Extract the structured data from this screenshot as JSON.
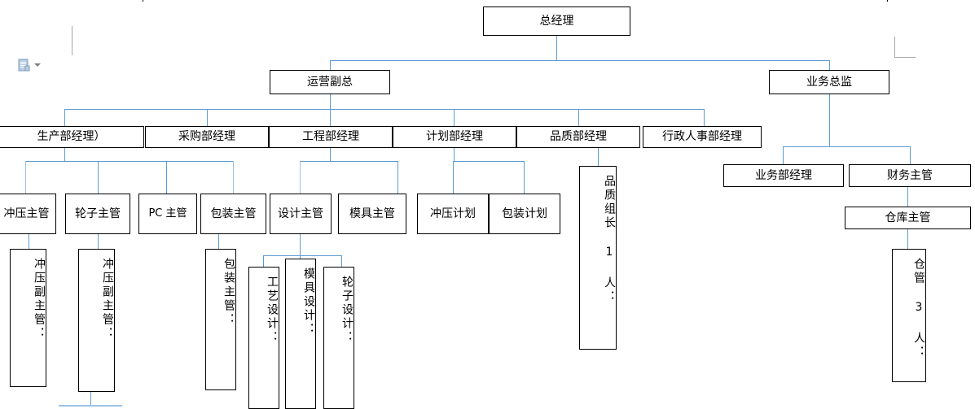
{
  "document": {
    "type": "organization-chart",
    "app_artifacts": {
      "paste_options_icon": "paste-document-icon",
      "paste_options_caret": "chevron-down-icon",
      "margin_marks": "page-margin-corner-marks"
    }
  },
  "chart_data": {
    "type": "org-chart",
    "title": "",
    "connector_color": "#5b9bd5",
    "box_border_color": "#000000",
    "box_fill_color": "#ffffff",
    "nodes": {
      "ceo": "总经理",
      "ops_vp": "运营副总",
      "biz_director": "业务总监",
      "dept_production": "生产部经理）",
      "dept_purchasing": "采购部经理",
      "dept_engineering": "工程部经理",
      "dept_planning": "计划部经理",
      "dept_quality": "品质部经理",
      "dept_hr_admin": "行政人事部经理",
      "sup_stamping": "冲压主管",
      "sup_wheel": "轮子主管",
      "sup_pc": "PC 主管",
      "sup_packaging": "包装主管",
      "sup_design": "设计主管",
      "sup_mold": "模具主管",
      "plan_stamping": "冲压计划",
      "plan_packaging": "包装计划",
      "quality_leader": "品质组长 1 人：",
      "biz_manager": "业务部经理",
      "finance_sup": "财务主管",
      "warehouse_sup": "仓库主管",
      "warehouse_staff": "仓管 3 人：",
      "deputy_stamping_1": "冲压副主管：",
      "deputy_stamping_2": "冲压副主管：",
      "packaging_lead": "包装主管：",
      "design_process": "工艺设计：",
      "design_mold": "模具设计：",
      "design_wheel": "轮子设计："
    },
    "levels": [
      [
        "总经理"
      ],
      [
        "运营副总",
        "业务总监"
      ],
      [
        "生产部经理）",
        "采购部经理",
        "工程部经理",
        "计划部经理",
        "品质部经理",
        "行政人事部经理",
        "业务部经理",
        "财务主管"
      ],
      [
        "冲压主管",
        "轮子主管",
        "PC 主管",
        "包装主管",
        "设计主管",
        "模具主管",
        "冲压计划",
        "包装计划",
        "品质组长 1 人：",
        "仓库主管"
      ],
      [
        "冲压副主管：",
        "冲压副主管：",
        "包装主管：",
        "工艺设计：",
        "模具设计：",
        "轮子设计：",
        "仓管 3 人："
      ]
    ],
    "edges": [
      [
        "总经理",
        "运营副总"
      ],
      [
        "总经理",
        "业务总监"
      ],
      [
        "运营副总",
        "生产部经理）"
      ],
      [
        "运营副总",
        "采购部经理"
      ],
      [
        "运营副总",
        "工程部经理"
      ],
      [
        "运营副总",
        "计划部经理"
      ],
      [
        "运营副总",
        "品质部经理"
      ],
      [
        "运营副总",
        "行政人事部经理"
      ],
      [
        "业务总监",
        "业务部经理"
      ],
      [
        "业务总监",
        "财务主管"
      ],
      [
        "生产部经理）",
        "冲压主管"
      ],
      [
        "生产部经理）",
        "轮子主管"
      ],
      [
        "生产部经理）",
        "PC 主管"
      ],
      [
        "生产部经理）",
        "包装主管"
      ],
      [
        "工程部经理",
        "设计主管"
      ],
      [
        "工程部经理",
        "模具主管"
      ],
      [
        "计划部经理",
        "冲压计划"
      ],
      [
        "计划部经理",
        "包装计划"
      ],
      [
        "品质部经理",
        "品质组长 1 人："
      ],
      [
        "财务主管",
        "仓库主管"
      ],
      [
        "冲压主管",
        "冲压副主管："
      ],
      [
        "轮子主管",
        "冲压副主管："
      ],
      [
        "包装主管",
        "包装主管："
      ],
      [
        "设计主管",
        "工艺设计："
      ],
      [
        "设计主管",
        "模具设计："
      ],
      [
        "设计主管",
        "轮子设计："
      ],
      [
        "仓库主管",
        "仓管 3 人："
      ]
    ]
  }
}
